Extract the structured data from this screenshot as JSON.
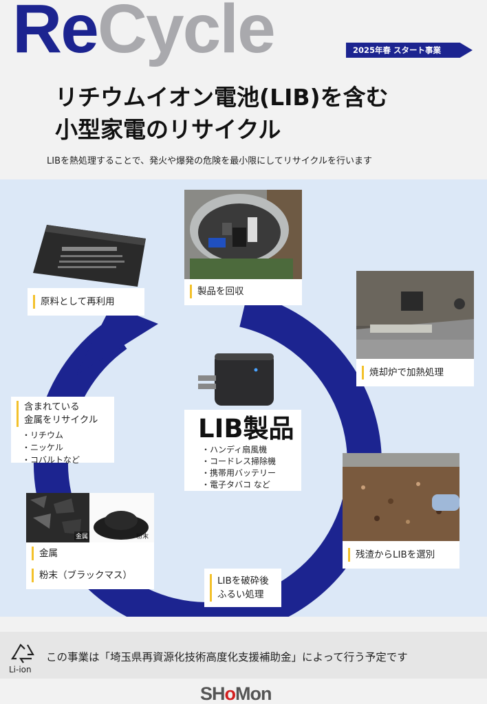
{
  "header": {
    "logo_re": "Re",
    "logo_cycle": "Cycle",
    "start_tag": "2025年春 スタート事業",
    "title_line1": "リチウムイオン電池(LIB)を含む",
    "title_line2": "小型家電のリサイクル",
    "subtitle": "LIBを熱処理することで、発火や爆発の危険を最小限にしてリサイクルを行います"
  },
  "cycle": {
    "accent_color": "#1c2490",
    "label_bar_color": "#f3c12b",
    "center": {
      "title": "LIB製品",
      "items": [
        "・ハンディ扇風機",
        "・コードレス掃除機",
        "・携帯用バッテリー",
        "・電子タバコ など"
      ]
    },
    "steps": {
      "collect": "製品を回収",
      "incinerate": "焼却炉で加熱処理",
      "sort": "残渣からLIBを選別",
      "crush_line1": "LIBを破砕後",
      "crush_line2": "ふるい処理",
      "metal": "金属",
      "blackmass": "粉末（ブラックマス）",
      "recycle_line1": "含まれている",
      "recycle_line2": "金属をリサイクル",
      "recycle_items": [
        "・リチウム",
        "・ニッケル",
        "・コバルトなど"
      ],
      "reuse": "原料として再利用"
    },
    "photo_tags": {
      "metal": "金属",
      "powder": "粉末"
    }
  },
  "footer": {
    "liion_label": "Li-ion",
    "text": "この事業は「埼玉県再資源化技術高度化支援補助金」によって行う予定です",
    "brand_sh": "SH",
    "brand_o": "o",
    "brand_mon": "Mon"
  }
}
